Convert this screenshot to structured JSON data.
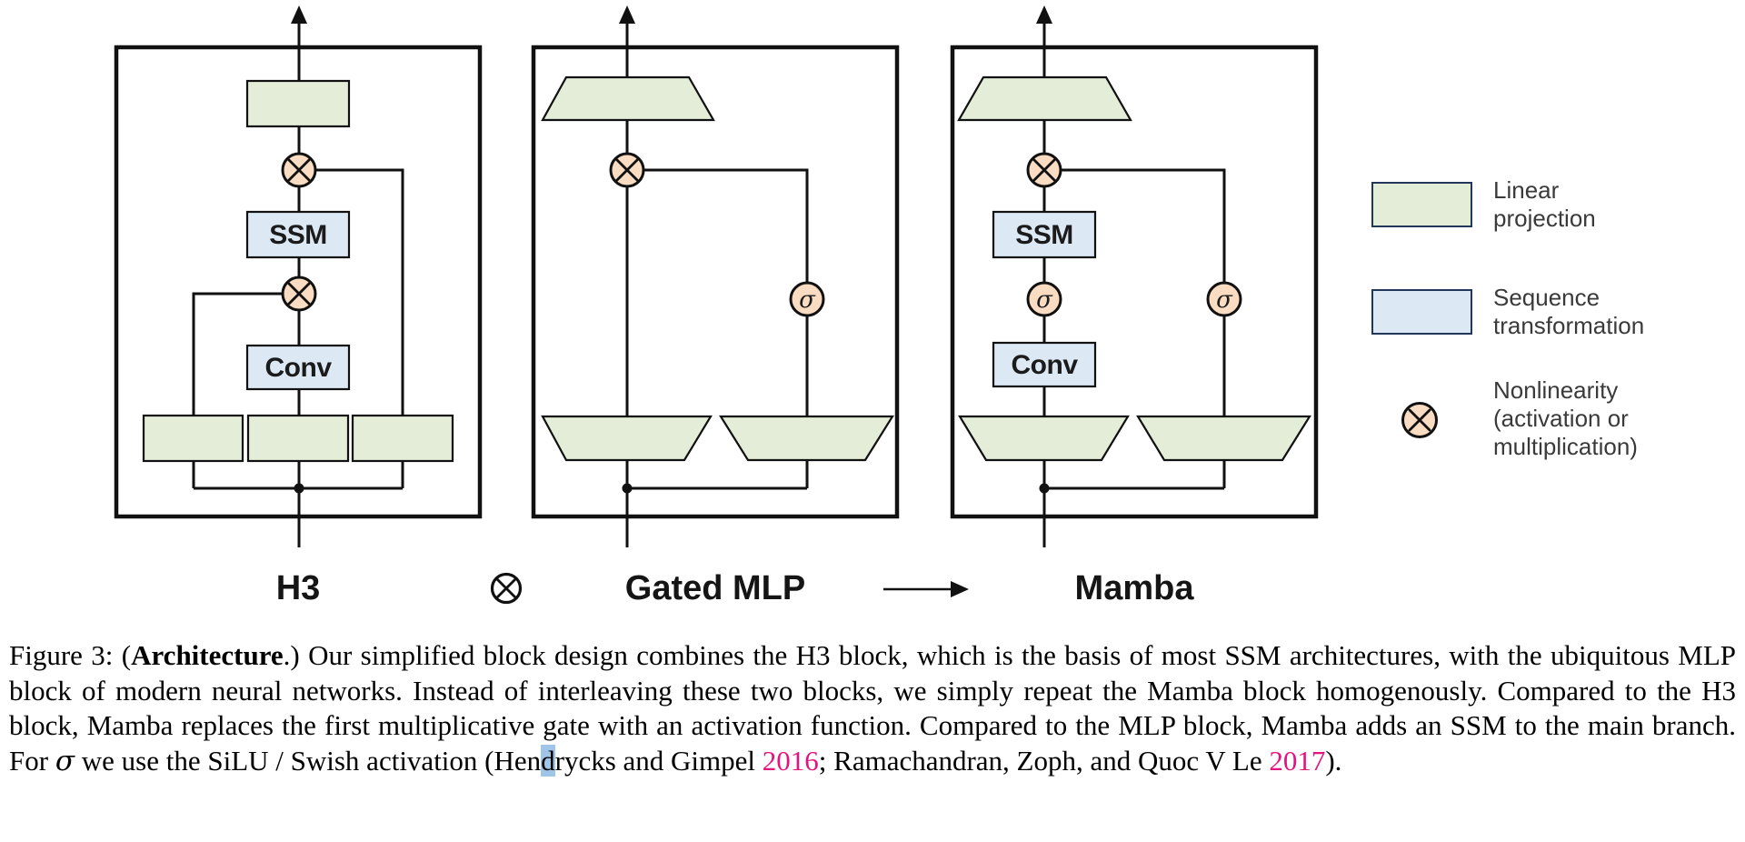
{
  "colors": {
    "green-fill": "#e3edd7",
    "blue-fill": "#dce8f4",
    "peach-fill": "#fadcc2",
    "line": "#111111",
    "legend-border": "#22365a",
    "cite-pink": "#e5137e",
    "highlight-blue": "#9fc5e8",
    "text-dark": "#151515",
    "legend-text": "#3a3a3a"
  },
  "diagram": {
    "h3": {
      "label": "H3",
      "ssm": "SSM",
      "conv": "Conv"
    },
    "gated_mlp": {
      "label": "Gated MLP",
      "sigma": "σ"
    },
    "mamba": {
      "label": "Mamba",
      "ssm": "SSM",
      "conv": "Conv",
      "sigma_main": "σ",
      "sigma_gate": "σ"
    },
    "combine_symbol": "⊗",
    "arrow_symbol": "⟶"
  },
  "legend": {
    "linear": {
      "line1": "Linear",
      "line2": "projection"
    },
    "sequence": {
      "line1": "Sequence",
      "line2": "transformation"
    },
    "nonlinearity": {
      "line1": "Nonlinearity",
      "line2": "(activation or",
      "line3": "multiplication)"
    }
  },
  "caption": {
    "figure_prefix": "Figure 3: (",
    "architecture_bold": "Architecture",
    "body_1": ".) Our simplified block design combines the H3 block, which is the basis of most SSM architectures, with the ubiquitous MLP block of modern neural networks. Instead of interleaving these two blocks, we simply repeat the Mamba block homogenously. Compared to the H3 block, Mamba replaces the first multiplicative gate with an activation function. Compared to the MLP block, Mamba adds an SSM to the main branch. For ",
    "sigma": "σ",
    "body_2": " we use the SiLU / Swish activation (Hen",
    "highlighted_letter": "d",
    "body_3": "rycks and Gimpel ",
    "cite_2016": "2016",
    "body_4": "; Ramachandran, Zoph, and Quoc V Le ",
    "cite_2017": "2017",
    "body_5": ")."
  }
}
